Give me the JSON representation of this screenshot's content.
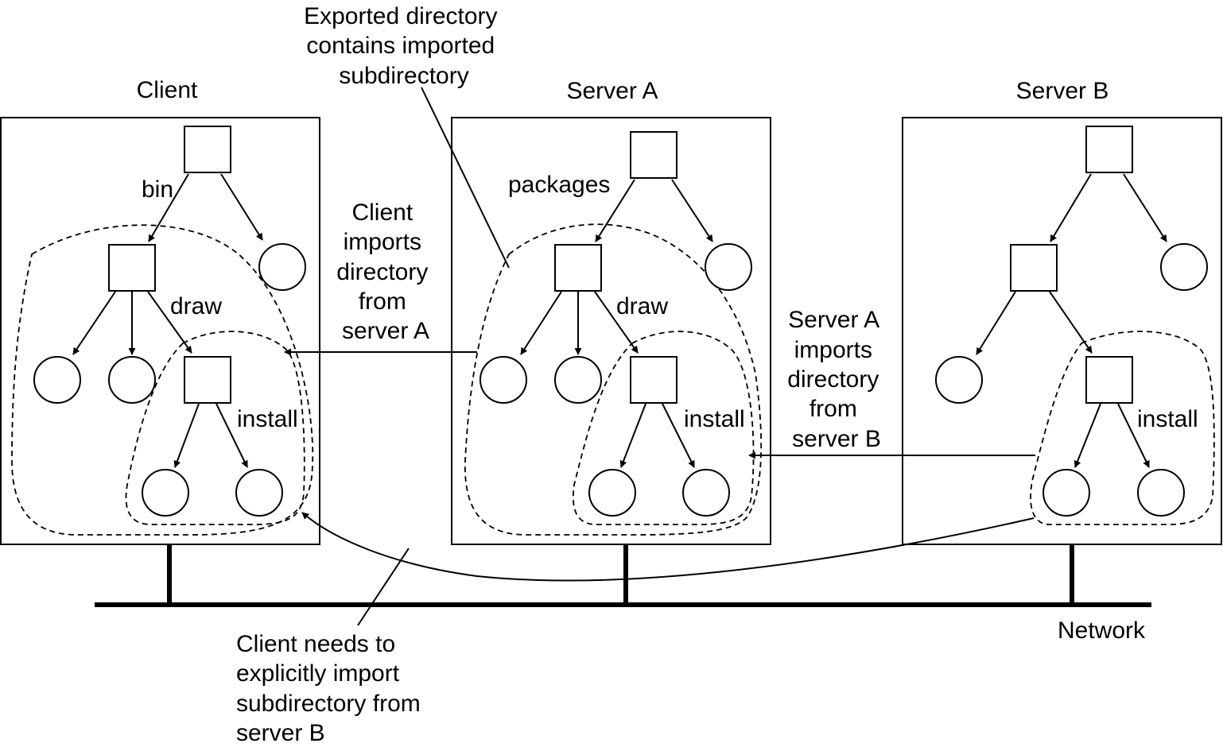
{
  "machines": {
    "client": {
      "title": "Client"
    },
    "server_a": {
      "title": "Server A"
    },
    "server_b": {
      "title": "Server B"
    }
  },
  "edge_labels": {
    "bin": "bin",
    "packages": "packages",
    "draw_client": "draw",
    "draw_server_a": "draw",
    "install_client": "install",
    "install_server_a": "install",
    "install_server_b": "install"
  },
  "network": {
    "label": "Network"
  },
  "annotations": {
    "exported": [
      "Exported directory",
      "contains imported",
      "subdirectory"
    ],
    "client_imports": [
      "Client",
      "imports",
      "directory",
      "from",
      "server A"
    ],
    "server_a_imports": [
      "Server A",
      "imports",
      "directory",
      "from",
      "server B"
    ],
    "client_needs": [
      "Client needs to",
      "explicitly import",
      "subdirectory from",
      "server B"
    ]
  }
}
